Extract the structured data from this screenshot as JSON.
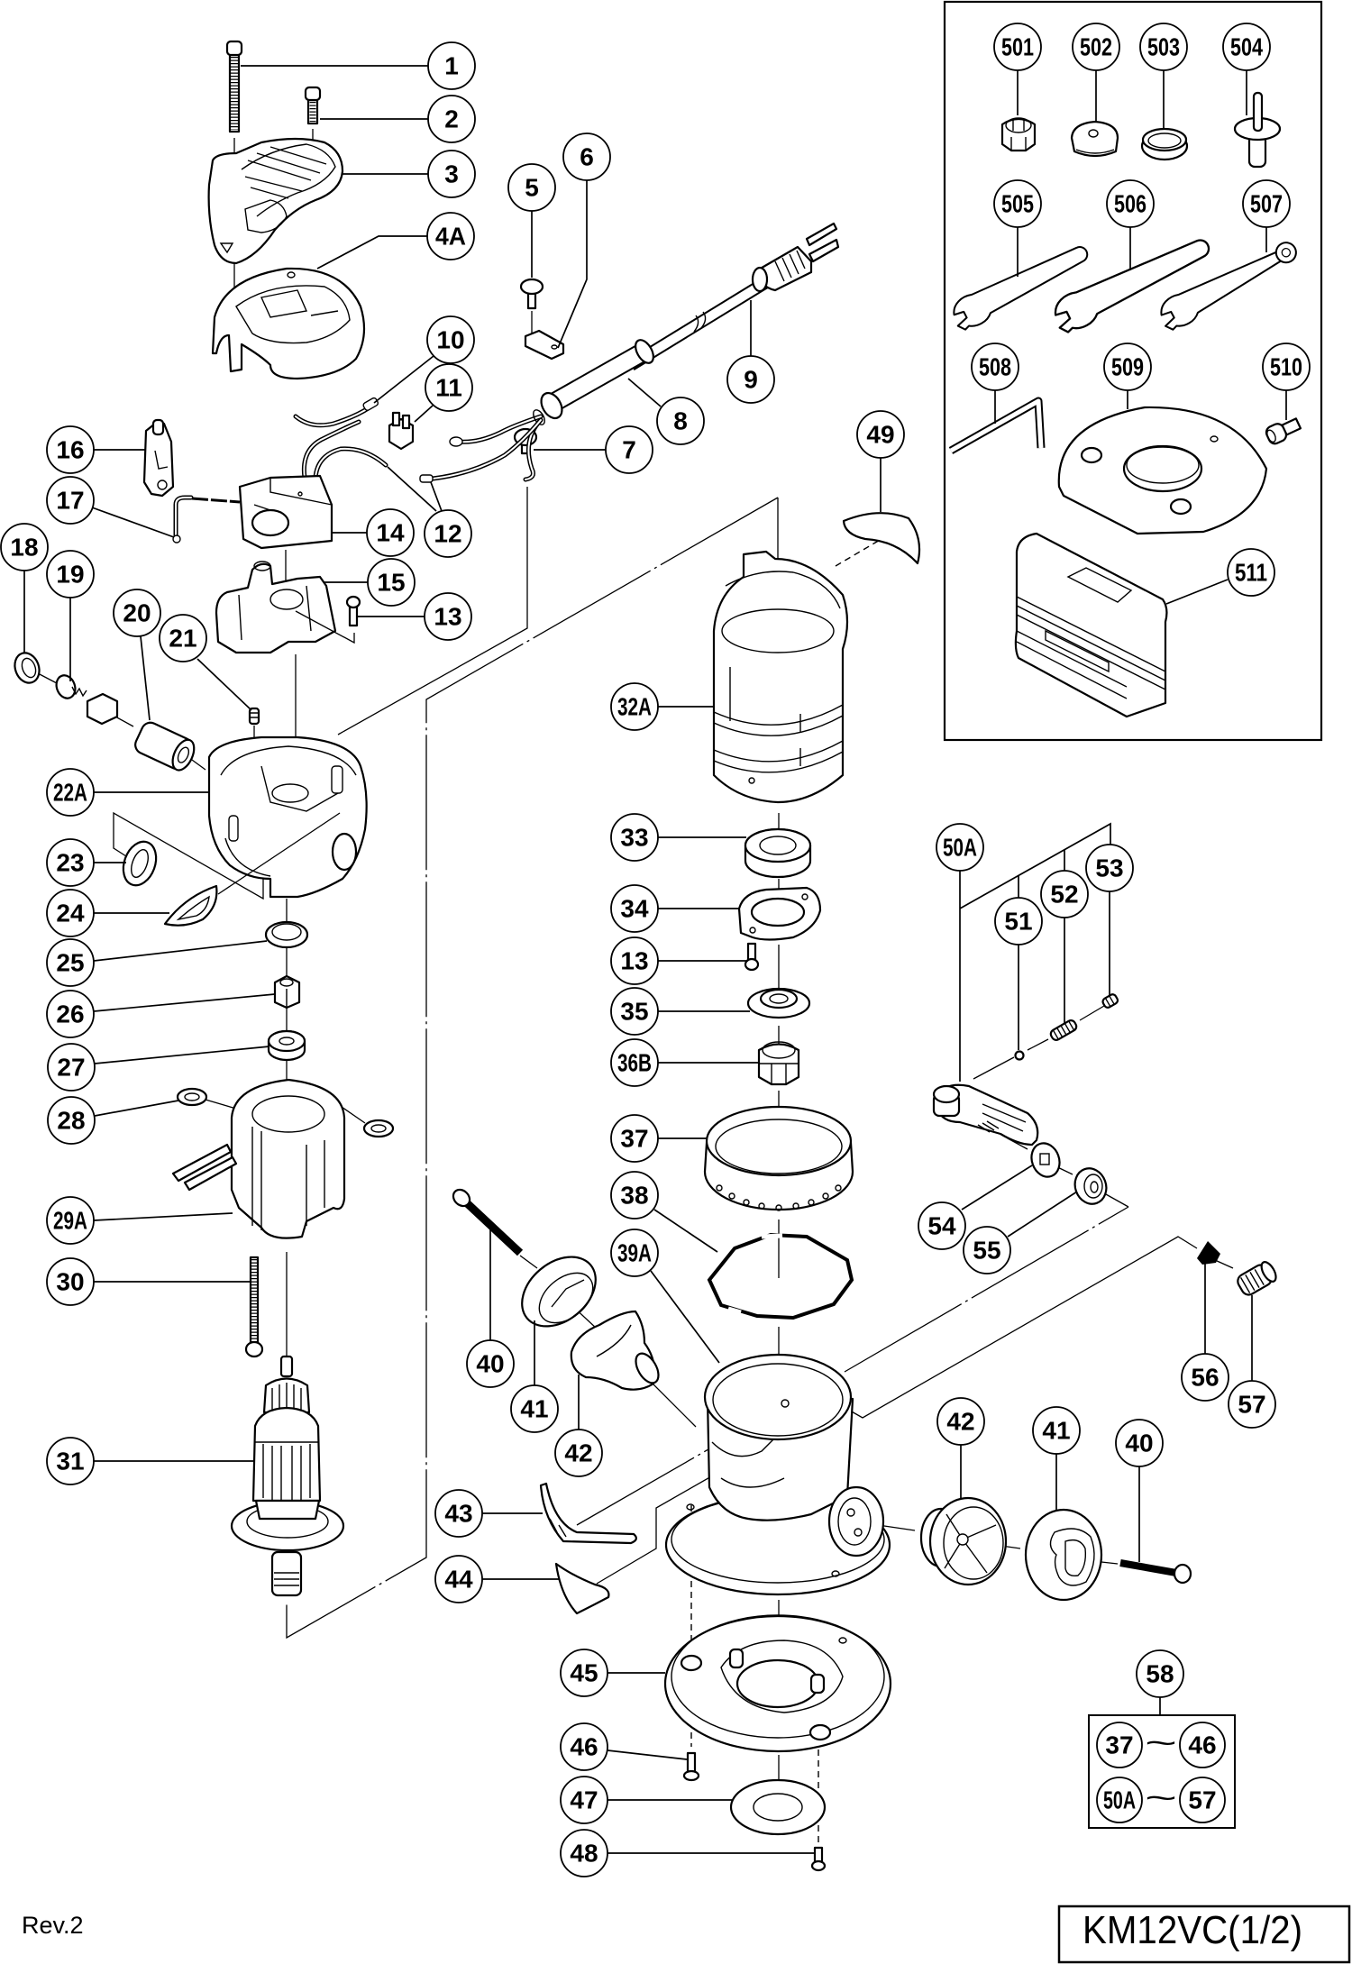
{
  "document": {
    "model_page": "KM12VC(1/2)",
    "revision": "Rev.2"
  },
  "callouts": [
    "1",
    "2",
    "3",
    "4A",
    "5",
    "6",
    "7",
    "8",
    "9",
    "10",
    "11",
    "12",
    "13",
    "14",
    "15",
    "16",
    "17",
    "18",
    "19",
    "20",
    "21",
    "22A",
    "23",
    "24",
    "25",
    "26",
    "27",
    "28",
    "29A",
    "30",
    "31",
    "32A",
    "33",
    "34",
    "13",
    "35",
    "36B",
    "37",
    "38",
    "39A",
    "40",
    "41",
    "42",
    "43",
    "44",
    "45",
    "46",
    "47",
    "48",
    "49",
    "50A",
    "51",
    "52",
    "53",
    "54",
    "55",
    "56",
    "57",
    "42",
    "41",
    "40"
  ],
  "accessories": {
    "callouts": [
      "501",
      "502",
      "503",
      "504",
      "505",
      "506",
      "507",
      "508",
      "509",
      "510",
      "511"
    ]
  },
  "set_group": {
    "label": "58",
    "range_symbol": "~",
    "rows": [
      {
        "from": "37",
        "to": "46"
      },
      {
        "from": "50A",
        "to": "57"
      }
    ]
  }
}
